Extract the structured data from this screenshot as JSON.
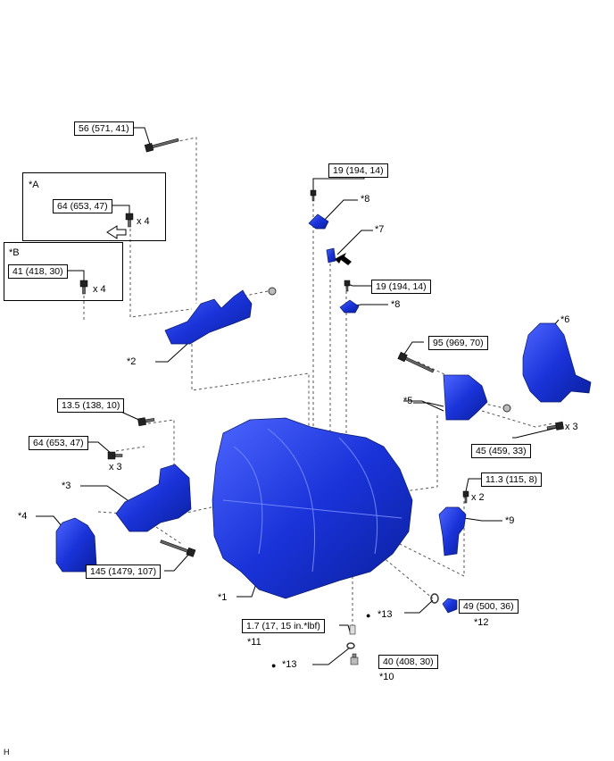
{
  "torques": {
    "t1": "56 (571, 41)",
    "t2": "64 (653, 47)",
    "t3": "41 (418, 30)",
    "t4": "19 (194, 14)",
    "t5": "19 (194, 14)",
    "t6": "95 (969, 70)",
    "t7": "13.5 (138, 10)",
    "t8": "64 (653, 47)",
    "t9": "45 (459, 33)",
    "t10": "11.3 (115, 8)",
    "t11": "145 (1479, 107)",
    "t12": "49 (500, 36)",
    "t13": "1.7 (17, 15 in.*lbf)",
    "t14": "40 (408, 30)"
  },
  "callouts": {
    "a": "*A",
    "b": "*B",
    "p1": "*1",
    "p2": "*2",
    "p3": "*3",
    "p4": "*4",
    "p5": "*5",
    "p6": "*6",
    "p7": "*7",
    "p8a": "*8",
    "p8b": "*8",
    "p9": "*9",
    "p10": "*10",
    "p11": "*11",
    "p12": "*12",
    "p13a": "*13",
    "p13b": "*13"
  },
  "quantities": {
    "qa": "x 4",
    "qb": "x 4",
    "q3": "x 3",
    "q5": "x 3",
    "q9": "x 2"
  },
  "bullets": {
    "b1": "●",
    "b2": "●"
  },
  "footer": {
    "code": "H"
  },
  "colors": {
    "part_fill": "#1a33d9",
    "part_dark": "#0a1f9c",
    "part_light": "#4d66ff"
  }
}
